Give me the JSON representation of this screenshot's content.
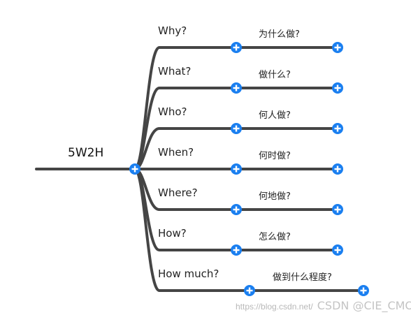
{
  "colors": {
    "line": "#454545",
    "button": "#1a7ff0",
    "button_glyph": "#ffffff"
  },
  "root": {
    "label": "5W2H"
  },
  "branches": [
    {
      "label": "Why?",
      "child": "为什么做?"
    },
    {
      "label": "What?",
      "child": "做什么?"
    },
    {
      "label": "Who?",
      "child": "何人做?"
    },
    {
      "label": "When?",
      "child": "何时做?"
    },
    {
      "label": "Where?",
      "child": "何地做?"
    },
    {
      "label": "How?",
      "child": "怎么做?"
    },
    {
      "label": "How much?",
      "child": "做到什么程度?"
    }
  ],
  "icons": {
    "expand": "plus-circle-icon"
  },
  "watermark": {
    "url": "https://blog.csdn.net/",
    "brand": "CSDN @CIE_CMO"
  }
}
